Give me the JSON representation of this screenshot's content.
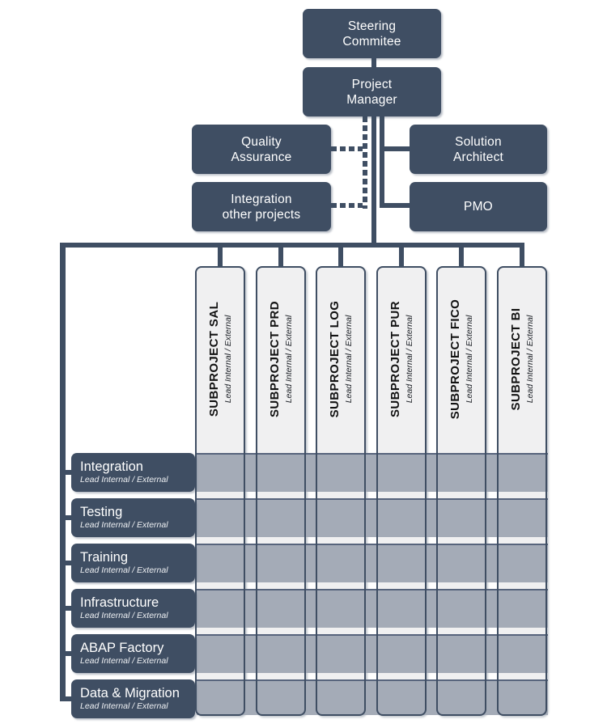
{
  "chart": {
    "boxes": {
      "steering": "Steering\nCommitee",
      "project_manager": "Project\nManager",
      "quality_assurance": "Quality\nAssurance",
      "integration_other_projects": "Integration\nother projects",
      "solution_architect": "Solution\nArchitect",
      "pmo": "PMO"
    },
    "columns": [
      {
        "label": "SUBPROJECT SAL",
        "sublabel": "Lead Internal / External"
      },
      {
        "label": "SUBPROJECT PRD",
        "sublabel": "Lead Internal / External"
      },
      {
        "label": "SUBPROJECT LOG",
        "sublabel": "Lead Internal / External"
      },
      {
        "label": "SUBPROJECT PUR",
        "sublabel": "Lead Internal / External"
      },
      {
        "label": "SUBPROJECT FICO",
        "sublabel": "Lead Internal / External"
      },
      {
        "label": "SUBPROJECT BI",
        "sublabel": "Lead Internal / External"
      }
    ],
    "rows": [
      {
        "label": "Integration",
        "sublabel": "Lead Internal / External"
      },
      {
        "label": "Testing",
        "sublabel": "Lead Internal / External"
      },
      {
        "label": "Training",
        "sublabel": "Lead Internal / External"
      },
      {
        "label": "Infrastructure",
        "sublabel": "Lead Internal / External"
      },
      {
        "label": "ABAP Factory",
        "sublabel": "Lead Internal / External"
      },
      {
        "label": "Data & Migration",
        "sublabel": "Lead Internal / External"
      }
    ],
    "colors": {
      "dark": "#3f4e63",
      "band": "#a4abb7",
      "band_edge": "#57647c",
      "column_fill": "#f0f0f1"
    }
  }
}
